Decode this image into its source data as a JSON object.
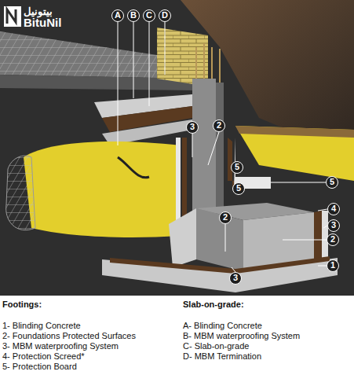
{
  "diagram": {
    "nodes": [
      {
        "text": [
          "A"
        ]
      },
      {
        "text": [
          "B"
        ]
      },
      {
        "text": [
          "C"
        ]
      },
      {
        "text": [
          "D"
        ]
      },
      {
        "text": [
          "3"
        ]
      },
      {
        "text": [
          "2"
        ]
      },
      {
        "text": [
          "5"
        ]
      },
      {
        "text": [
          "5"
        ]
      },
      {
        "text": [
          "5"
        ]
      },
      {
        "text": [
          "4"
        ]
      },
      {
        "text": [
          "3"
        ]
      },
      {
        "text": [
          "2"
        ]
      },
      {
        "text": [
          "2"
        ]
      },
      {
        "text": [
          "3"
        ]
      },
      {
        "text": [
          "1"
        ]
      }
    ],
    "labels": [
      "بيتونيل",
      "BituNil",
      "Footings:",
      "1- Blinding Concrete",
      "2- Foundations Protected Surfaces",
      "3- MBM waterproofing System",
      "4- Protection Screed*",
      "5- Protection Board",
      "Slab-on-grade:",
      "A- Blinding Concrete",
      "B- MBM waterproofing System",
      "C- Slab-on-grade",
      "D- MBM Termination"
    ]
  }
}
